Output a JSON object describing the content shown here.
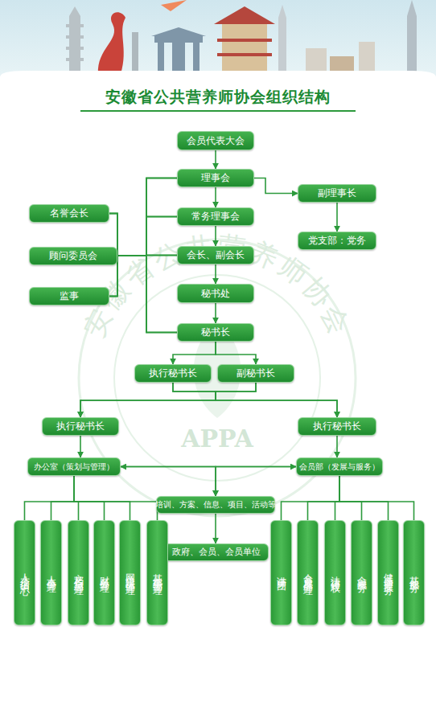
{
  "diagram": {
    "title": "安徽省公共营养师协会组织结构",
    "nodes": [
      {
        "text": [
          "会员代表大会"
        ]
      },
      {
        "text": [
          "理事会"
        ]
      },
      {
        "text": [
          "副理事长"
        ]
      },
      {
        "text": [
          "名誉会长"
        ]
      },
      {
        "text": [
          "常务理事会"
        ]
      },
      {
        "text": [
          "党支部：党务"
        ]
      },
      {
        "text": [
          "顾问委员会"
        ]
      },
      {
        "text": [
          "会长、副会长"
        ]
      },
      {
        "text": [
          "监事"
        ]
      },
      {
        "text": [
          "秘书处"
        ]
      },
      {
        "text": [
          "秘书长"
        ]
      },
      {
        "text": [
          "执行秘书长"
        ]
      },
      {
        "text": [
          "副秘书长"
        ]
      },
      {
        "text": [
          "执行秘书长"
        ]
      },
      {
        "text": [
          "执行秘书长"
        ]
      },
      {
        "text": [
          "办公室（策划与管理）"
        ]
      },
      {
        "text": [
          "会员部（发展与服务）"
        ]
      },
      {
        "text": [
          "培训、方案、信息、项目、活动等"
        ]
      },
      {
        "text": [
          "政府、会员、会员单位"
        ]
      },
      {
        "text": [
          "人才培训中心"
        ]
      },
      {
        "text": [
          "人事管理"
        ]
      },
      {
        "text": [
          "文档信息管理"
        ]
      },
      {
        "text": [
          "财务管理"
        ]
      },
      {
        "text": [
          "网络媒体管理"
        ]
      },
      {
        "text": [
          "其他事物管理"
        ]
      },
      {
        "text": [
          "讲师团"
        ]
      },
      {
        "text": [
          "会员发展管理"
        ]
      },
      {
        "text": [
          "法律维权"
        ]
      },
      {
        "text": [
          "金融服务"
        ]
      },
      {
        "text": [
          "健康管理服务"
        ]
      },
      {
        "text": [
          "其他服务"
        ]
      }
    ],
    "edges": [
      {
        "from": 0,
        "to": 1,
        "arrow": "to"
      },
      {
        "from": 1,
        "to": 4,
        "arrow": "to"
      },
      {
        "from": 4,
        "to": 7,
        "arrow": "to"
      },
      {
        "from": 7,
        "to": 9,
        "arrow": "to"
      },
      {
        "from": 9,
        "to": 10,
        "arrow": "to"
      },
      {
        "from": 1,
        "to": 2,
        "arrow": "to"
      },
      {
        "from": 2,
        "to": 5,
        "arrow": "to"
      },
      {
        "from": 3,
        "to": 1,
        "arrow": "none"
      },
      {
        "from": 3,
        "to": 4,
        "arrow": "none"
      },
      {
        "from": 3,
        "to": 7,
        "arrow": "none"
      },
      {
        "from": 3,
        "to": 10,
        "arrow": "none"
      },
      {
        "from": 6,
        "to": 1,
        "arrow": "none"
      },
      {
        "from": 6,
        "to": 4,
        "arrow": "none"
      },
      {
        "from": 6,
        "to": 7,
        "arrow": "none"
      },
      {
        "from": 6,
        "to": 10,
        "arrow": "none"
      },
      {
        "from": 8,
        "to": 1,
        "arrow": "none"
      },
      {
        "from": 8,
        "to": 4,
        "arrow": "none"
      },
      {
        "from": 8,
        "to": 7,
        "arrow": "none"
      },
      {
        "from": 8,
        "to": 10,
        "arrow": "none"
      },
      {
        "from": 10,
        "to": 11,
        "arrow": "to"
      },
      {
        "from": 10,
        "to": 12,
        "arrow": "to"
      },
      {
        "from": 11,
        "to": 13,
        "arrow": "to"
      },
      {
        "from": 11,
        "to": 14,
        "arrow": "to"
      },
      {
        "from": 12,
        "to": 13,
        "arrow": "to"
      },
      {
        "from": 12,
        "to": 14,
        "arrow": "to"
      },
      {
        "from": 13,
        "to": 15,
        "arrow": "to"
      },
      {
        "from": 14,
        "to": 16,
        "arrow": "to"
      },
      {
        "from": 15,
        "to": 16,
        "arrow": "both"
      },
      {
        "from": 15,
        "to": 17,
        "arrow": "to"
      },
      {
        "from": 16,
        "to": 17,
        "arrow": "to"
      },
      {
        "from": 17,
        "to": 18,
        "arrow": "to"
      },
      {
        "from": 15,
        "to": 19,
        "arrow": "none"
      },
      {
        "from": 15,
        "to": 20,
        "arrow": "none"
      },
      {
        "from": 15,
        "to": 21,
        "arrow": "none"
      },
      {
        "from": 15,
        "to": 22,
        "arrow": "none"
      },
      {
        "from": 15,
        "to": 23,
        "arrow": "none"
      },
      {
        "from": 15,
        "to": 24,
        "arrow": "none"
      },
      {
        "from": 16,
        "to": 25,
        "arrow": "none"
      },
      {
        "from": 16,
        "to": 26,
        "arrow": "none"
      },
      {
        "from": 16,
        "to": 27,
        "arrow": "none"
      },
      {
        "from": 16,
        "to": 28,
        "arrow": "none"
      },
      {
        "from": 16,
        "to": 29,
        "arrow": "none"
      },
      {
        "from": 16,
        "to": 30,
        "arrow": "none"
      }
    ],
    "labels": [
      "安徽省公共营养师协会",
      "APPA"
    ]
  }
}
